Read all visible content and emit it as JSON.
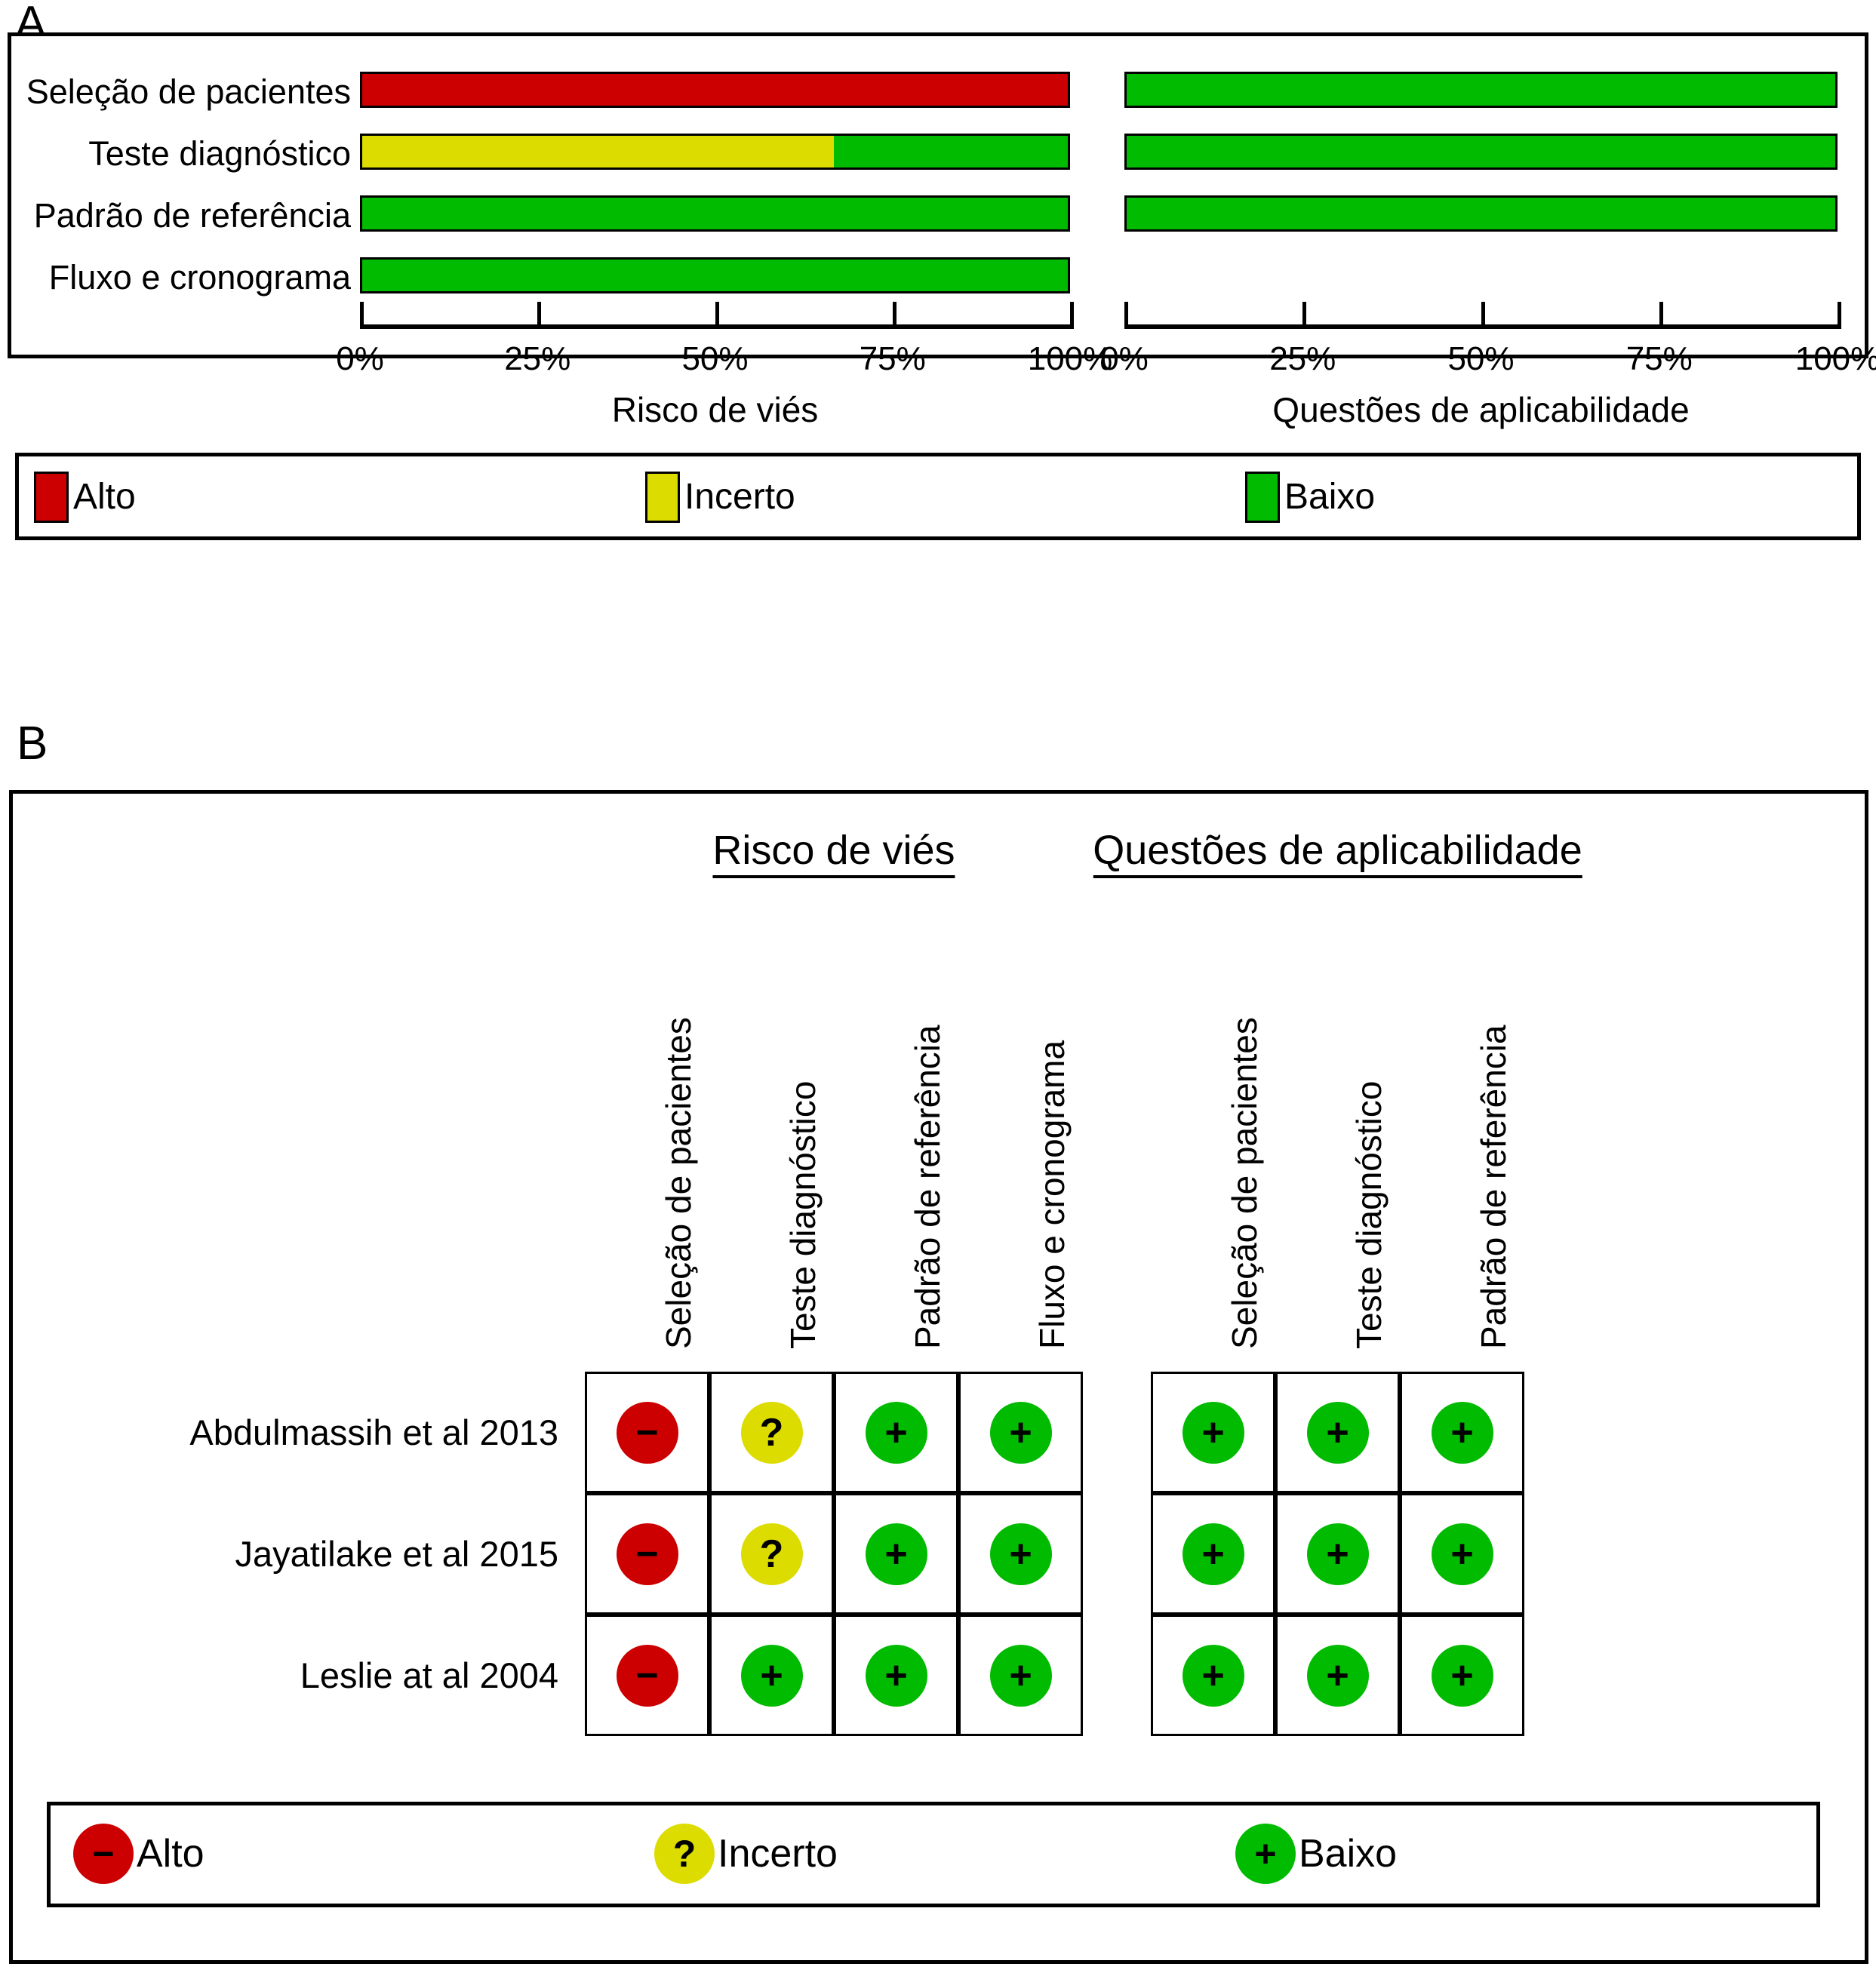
{
  "figure": {
    "panels": [
      {
        "letter": "A"
      },
      {
        "letter": "B"
      }
    ]
  },
  "colors": {
    "high": "#CC0000",
    "unclear": "#DCDC00",
    "low": "#00BB00",
    "outline": "#000000",
    "background": "#FFFFFF"
  },
  "legend": {
    "high_label": "Alto",
    "unclear_label": "Incerto",
    "low_label": "Baixo",
    "high_symbol": "−",
    "unclear_symbol": "?",
    "low_symbol": "+"
  },
  "panel_a": {
    "domains_bias": [
      "Seleção de pacientes",
      "Teste diagnóstico",
      "Padrão de referência",
      "Fluxo e cronograma"
    ],
    "axis_title_left": "Risco de viés",
    "axis_title_right": "Questões de aplicabilidade",
    "tick_labels": [
      "0%",
      "25%",
      "50%",
      "75%",
      "100%"
    ]
  },
  "panel_b": {
    "group_title_bias": "Risco de viés",
    "group_title_applicability": "Questões de aplicabilidade",
    "columns_bias": [
      "Seleção de pacientes",
      "Teste diagnóstico",
      "Padrão de referência",
      "Fluxo e cronograma"
    ],
    "columns_applicability": [
      "Seleção de pacientes",
      "Teste diagnóstico",
      "Padrão de referência"
    ],
    "studies": [
      "Abdulmassih et al 2013",
      "Jayatilake et al 2015",
      "Leslie at al 2004"
    ]
  },
  "chart_data": [
    {
      "type": "bar",
      "orientation": "horizontal",
      "stacked": true,
      "title": "Risco de viés",
      "xlabel": "Risco de viés",
      "ylabel": "",
      "xlim": [
        0,
        100
      ],
      "xticks": [
        0,
        25,
        50,
        75,
        100
      ],
      "xticklabels": [
        "0%",
        "25%",
        "50%",
        "75%",
        "100%"
      ],
      "grid": false,
      "legend_position": "bottom",
      "categories": [
        "Seleção de pacientes",
        "Teste diagnóstico",
        "Padrão de referência",
        "Fluxo e cronograma"
      ],
      "series": [
        {
          "name": "Alto",
          "color": "#CC0000",
          "values": [
            100,
            0,
            0,
            0
          ]
        },
        {
          "name": "Incerto",
          "color": "#DCDC00",
          "values": [
            0,
            66.7,
            0,
            0
          ]
        },
        {
          "name": "Baixo",
          "color": "#00BB00",
          "values": [
            0,
            33.3,
            100,
            100
          ]
        }
      ]
    },
    {
      "type": "bar",
      "orientation": "horizontal",
      "stacked": true,
      "title": "Questões de aplicabilidade",
      "xlabel": "Questões de aplicabilidade",
      "ylabel": "",
      "xlim": [
        0,
        100
      ],
      "xticks": [
        0,
        25,
        50,
        75,
        100
      ],
      "xticklabels": [
        "0%",
        "25%",
        "50%",
        "75%",
        "100%"
      ],
      "grid": false,
      "legend_position": "bottom",
      "categories": [
        "Seleção de pacientes",
        "Teste diagnóstico",
        "Padrão de referência"
      ],
      "series": [
        {
          "name": "Alto",
          "color": "#CC0000",
          "values": [
            0,
            0,
            0
          ]
        },
        {
          "name": "Incerto",
          "color": "#DCDC00",
          "values": [
            0,
            0,
            0
          ]
        },
        {
          "name": "Baixo",
          "color": "#00BB00",
          "values": [
            100,
            100,
            100
          ]
        }
      ]
    },
    {
      "type": "table",
      "title": "Risco de viés",
      "row_labels": [
        "Abdulmassih et al 2013",
        "Jayatilake et al 2015",
        "Leslie at al 2004"
      ],
      "col_labels": [
        "Seleção de pacientes",
        "Teste diagnóstico",
        "Padrão de referência",
        "Fluxo e cronograma"
      ],
      "values": [
        [
          "high",
          "unclear",
          "low",
          "low"
        ],
        [
          "high",
          "unclear",
          "low",
          "low"
        ],
        [
          "high",
          "low",
          "low",
          "low"
        ]
      ]
    },
    {
      "type": "table",
      "title": "Questões de aplicabilidade",
      "row_labels": [
        "Abdulmassih et al 2013",
        "Jayatilake et al 2015",
        "Leslie at al 2004"
      ],
      "col_labels": [
        "Seleção de pacientes",
        "Teste diagnóstico",
        "Padrão de referência"
      ],
      "values": [
        [
          "low",
          "low",
          "low"
        ],
        [
          "low",
          "low",
          "low"
        ],
        [
          "low",
          "low",
          "low"
        ]
      ]
    }
  ]
}
